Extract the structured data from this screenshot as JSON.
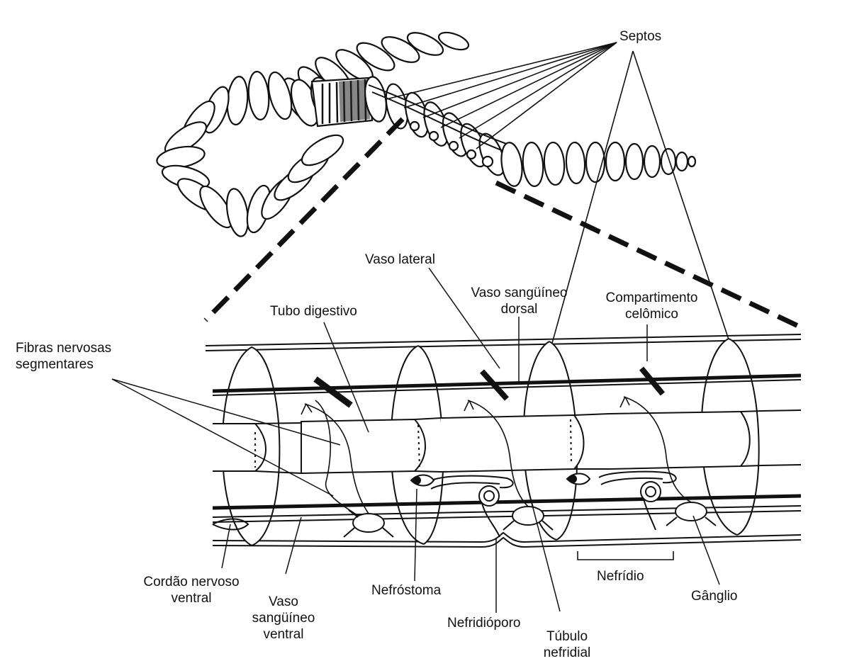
{
  "labels": {
    "septos": "Septos",
    "vaso_lateral": "Vaso lateral",
    "vaso_dorsal_1": "Vaso sangüíneo",
    "vaso_dorsal_2": "dorsal",
    "compartimento_1": "Compartimento",
    "compartimento_2": "celômico",
    "tubo_digestivo": "Tubo digestivo",
    "fibras_1": "Fibras nervosas",
    "fibras_2": "segmentares",
    "cordao_1": "Cordão nervoso",
    "cordao_2": "ventral",
    "vaso_ventral_1": "Vaso",
    "vaso_ventral_2": "sangüíneo",
    "vaso_ventral_3": "ventral",
    "nefrostoma": "Nefróstoma",
    "nefridioporo": "Nefridióporo",
    "tubulo_1": "Túbulo",
    "tubulo_2": "nefridial",
    "nefridio": "Nefrídio",
    "ganglio": "Gânglio"
  },
  "colors": {
    "ink": "#111111",
    "paper": "#ffffff"
  }
}
